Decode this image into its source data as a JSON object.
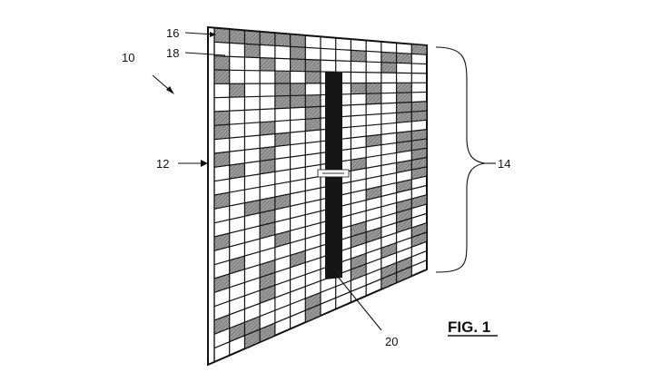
{
  "labels": {
    "panel_assembly": "10",
    "frame_edge": "12",
    "cell_array": "14",
    "top_cell": "16",
    "filled_cell": "18",
    "central_strip": "20"
  },
  "figure_label": "FIG. 1",
  "colors": {
    "line": "#111111",
    "shaded_cell": "#8e8e8e",
    "strip": "#161616",
    "background": "#ffffff"
  },
  "grid": {
    "rows": 24,
    "cols": 14
  }
}
